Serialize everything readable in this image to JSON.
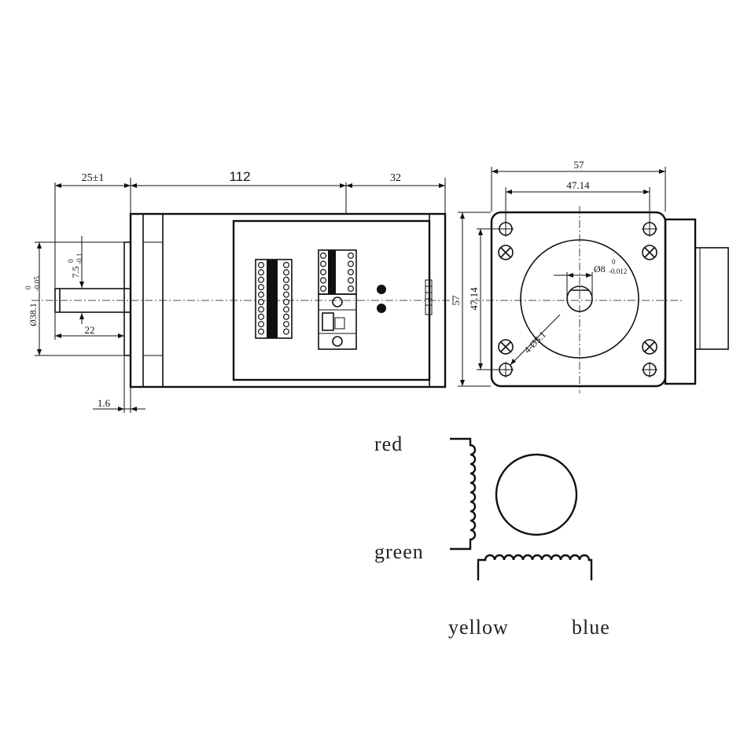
{
  "side_view": {
    "dim_shaft_length": "25±1",
    "dim_body_length": "112",
    "dim_driver_length": "32",
    "dim_flange_thickness": "1.6",
    "dim_flat_length": "22",
    "dim_flat_value": "7.5",
    "dim_flat_tol_upper": "0",
    "dim_flat_tol_lower": "-0.1",
    "dim_pilot_value": "Ø38.1",
    "dim_pilot_tol_upper": "0",
    "dim_pilot_tol_lower": "-0.05"
  },
  "front_view": {
    "dim_width": "57",
    "dim_hole_spacing_h": "47.14",
    "dim_hole_spacing_v": "47.14",
    "dim_height": "57",
    "dim_shaft_value": "Ø8",
    "dim_shaft_tol_upper": "0",
    "dim_shaft_tol_lower": "-0.012",
    "dim_holes": "4-Ø5.1"
  },
  "wiring": {
    "red": "red",
    "green": "green",
    "yellow": "yellow",
    "blue": "blue"
  }
}
